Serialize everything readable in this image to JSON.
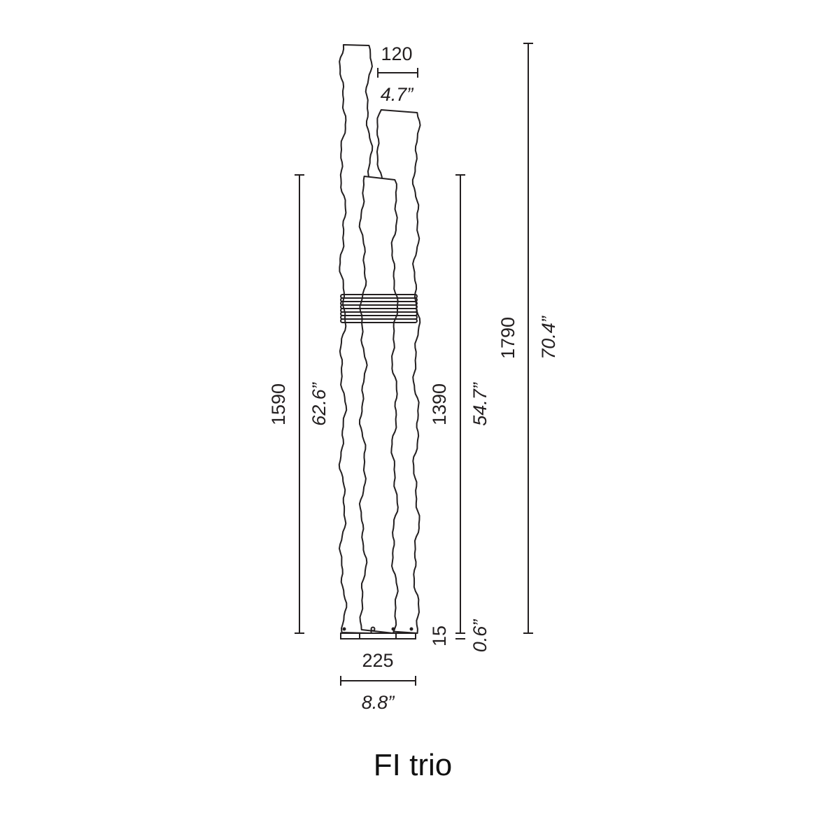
{
  "title": "FI trio",
  "dimensions": {
    "top_width": {
      "mm": "120",
      "in": "4.7”"
    },
    "left_height": {
      "mm": "1590",
      "in": "62.6”"
    },
    "middle_height": {
      "mm": "1390",
      "in": "54.7”"
    },
    "total_height": {
      "mm": "1790",
      "in": "70.4”"
    },
    "base_height": {
      "mm": "15",
      "in": "0.6”"
    },
    "base_width": {
      "mm": "225",
      "in": "8.8”"
    }
  },
  "colors": {
    "line": "#231f20",
    "background": "#ffffff"
  }
}
